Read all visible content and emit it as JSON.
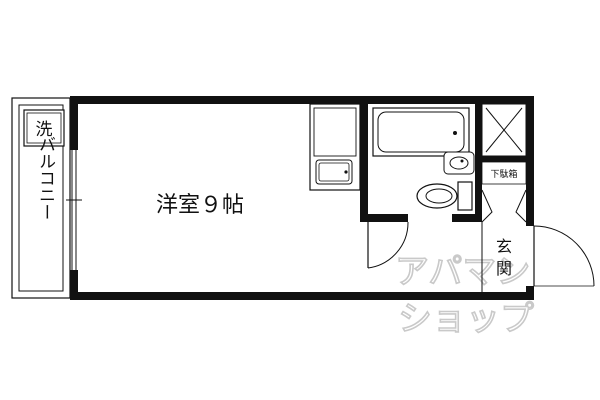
{
  "rooms": {
    "western_room": "洋室９帖",
    "balcony": "バルコニー",
    "entrance": "玄関"
  },
  "fixtures": {
    "washer_space": "洗",
    "shoe_box": "下駄箱"
  },
  "watermark": {
    "line1": "アパマン",
    "line2": "ショップ",
    "color": "#c9c9c9"
  },
  "colors": {
    "wall": "#111111",
    "fixture_line": "#111111"
  }
}
